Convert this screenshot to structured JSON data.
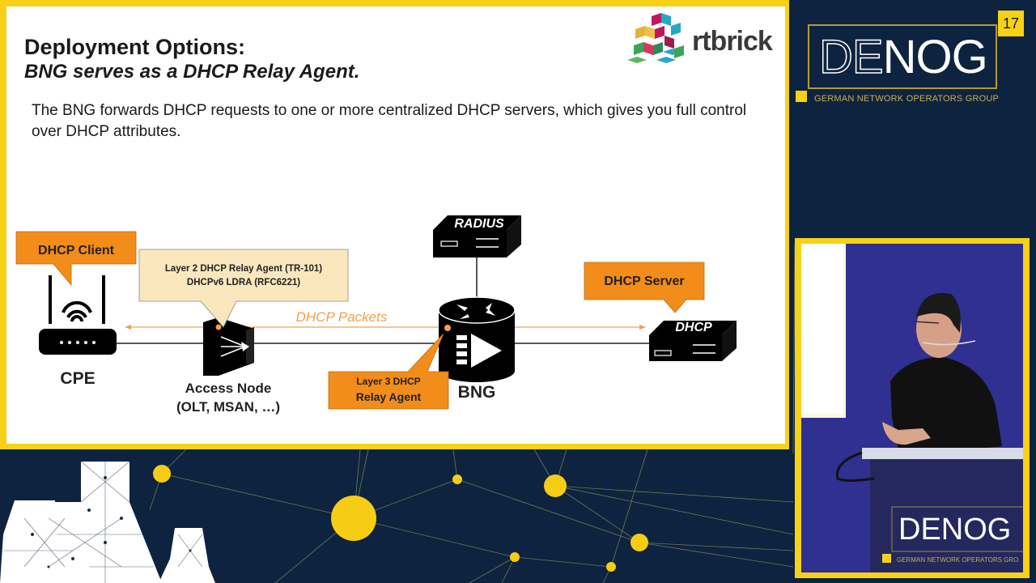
{
  "slide": {
    "title": "Deployment Options:",
    "subtitle": "BNG serves as a DHCP Relay Agent.",
    "body": "The BNG forwards DHCP requests to one or more centralized DHCP servers, which gives you full control over DHCP attributes.",
    "logo": {
      "name": "rtbrick",
      "icon": "rtbrick-cube-logo"
    }
  },
  "diagram": {
    "nodes": {
      "cpe": {
        "label": "CPE",
        "icon": "wifi-router-icon"
      },
      "access_node": {
        "label_line1": "Access Node",
        "label_line2": "(OLT, MSAN, …)",
        "icon": "switch-icon"
      },
      "bng": {
        "label": "BNG",
        "icon": "router-cylinder-icon"
      },
      "radius": {
        "label": "RADIUS",
        "icon": "server-box-icon"
      },
      "dhcp_server": {
        "label": "DHCP",
        "icon": "server-box-icon"
      }
    },
    "callouts": {
      "dhcp_client": "DHCP Client",
      "layer2_line1": "Layer 2 DHCP Relay Agent (TR-101)",
      "layer2_line2": "DHCPv6 LDRA (RFC6221)",
      "layer3_line1": "Layer 3 DHCP",
      "layer3_line2": "Relay Agent",
      "dhcp_server": "DHCP Server"
    },
    "flow_label": "DHCP Packets",
    "colors": {
      "orange": "#f28c1a",
      "beige": "#fbe7bd",
      "flow": "#f0a050",
      "device": "#000000"
    }
  },
  "branding": {
    "event": "DENOG",
    "event_prefix": "DE",
    "event_suffix": "NOG",
    "edition": "17",
    "tagline": "GERMAN NETWORK OPERATORS GROUP",
    "accent": "#f7d117",
    "background": "#0d2340"
  },
  "video": {
    "podium_text": "DENOG",
    "podium_tagline": "GERMAN NETWORK OPERATORS GRO"
  }
}
